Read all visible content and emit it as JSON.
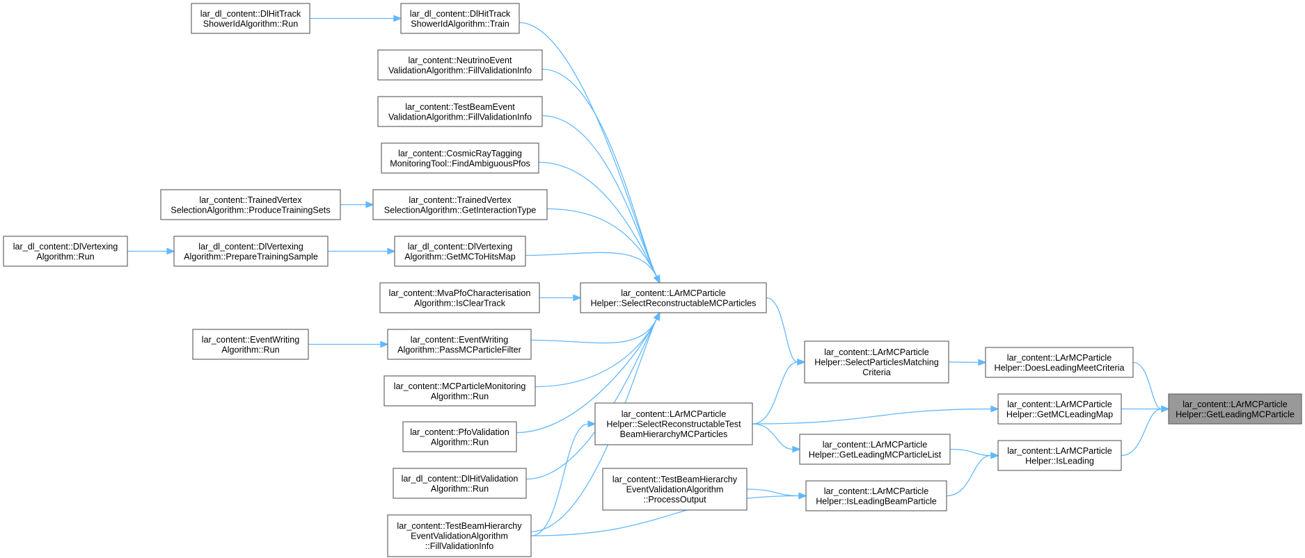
{
  "graph": {
    "nodes": [
      {
        "id": "n1",
        "lines": [
          "lar_dl_content::DlHitTrack",
          "ShowerIdAlgorithm::Run"
        ]
      },
      {
        "id": "n2",
        "lines": [
          "lar_dl_content::DlHitTrack",
          "ShowerIdAlgorithm::Train"
        ]
      },
      {
        "id": "n3",
        "lines": [
          "lar_content::NeutrinoEvent",
          "ValidationAlgorithm::FillValidationInfo"
        ]
      },
      {
        "id": "n4",
        "lines": [
          "lar_content::TestBeamEvent",
          "ValidationAlgorithm::FillValidationInfo"
        ]
      },
      {
        "id": "n5",
        "lines": [
          "lar_content::CosmicRayTagging",
          "MonitoringTool::FindAmbiguousPfos"
        ]
      },
      {
        "id": "n6",
        "lines": [
          "lar_content::TrainedVertex",
          "SelectionAlgorithm::ProduceTrainingSets"
        ]
      },
      {
        "id": "n7",
        "lines": [
          "lar_content::TrainedVertex",
          "SelectionAlgorithm::GetInteractionType"
        ]
      },
      {
        "id": "n8",
        "lines": [
          "lar_dl_content::DlVertexing",
          "Algorithm::Run"
        ]
      },
      {
        "id": "n9",
        "lines": [
          "lar_dl_content::DlVertexing",
          "Algorithm::PrepareTrainingSample"
        ]
      },
      {
        "id": "n10",
        "lines": [
          "lar_dl_content::DlVertexing",
          "Algorithm::GetMCToHitsMap"
        ]
      },
      {
        "id": "n11",
        "lines": [
          "lar_content::MvaPfoCharacterisation",
          "Algorithm::IsClearTrack"
        ]
      },
      {
        "id": "n12",
        "lines": [
          "lar_content::LArMCParticle",
          "Helper::SelectReconstructableMCParticles"
        ]
      },
      {
        "id": "n13",
        "lines": [
          "lar_content::EventWriting",
          "Algorithm::Run"
        ]
      },
      {
        "id": "n14",
        "lines": [
          "lar_content::EventWriting",
          "Algorithm::PassMCParticleFilter"
        ]
      },
      {
        "id": "n15",
        "lines": [
          "lar_content::MCParticleMonitoring",
          "Algorithm::Run"
        ]
      },
      {
        "id": "n16",
        "lines": [
          "lar_content::LArMCParticle",
          "Helper::SelectParticlesMatching",
          "Criteria"
        ]
      },
      {
        "id": "n17",
        "lines": [
          "lar_content::LArMCParticle",
          "Helper::DoesLeadingMeetCriteria"
        ]
      },
      {
        "id": "n18",
        "lines": [
          "lar_content::LArMCParticle",
          "Helper::GetLeadingMCParticle"
        ]
      },
      {
        "id": "n19",
        "lines": [
          "lar_content::LArMCParticle",
          "Helper::GetMCLeadingMap"
        ]
      },
      {
        "id": "n20",
        "lines": [
          "lar_content::LArMCParticle",
          "Helper::SelectReconstructableTest",
          "BeamHierarchyMCParticles"
        ]
      },
      {
        "id": "n21",
        "lines": [
          "lar_content::PfoValidation",
          "Algorithm::Run"
        ]
      },
      {
        "id": "n22",
        "lines": [
          "lar_content::LArMCParticle",
          "Helper::GetLeadingMCParticleList"
        ]
      },
      {
        "id": "n23",
        "lines": [
          "lar_content::LArMCParticle",
          "Helper::IsLeading"
        ]
      },
      {
        "id": "n24",
        "lines": [
          "lar_dl_content::DlHitValidation",
          "Algorithm::Run"
        ]
      },
      {
        "id": "n25",
        "lines": [
          "lar_content::TestBeamHierarchy",
          "EventValidationAlgorithm",
          "::ProcessOutput"
        ]
      },
      {
        "id": "n26",
        "lines": [
          "lar_content::LArMCParticle",
          "Helper::IsLeadingBeamParticle"
        ]
      },
      {
        "id": "n27",
        "lines": [
          "lar_content::TestBeamHierarchy",
          "EventValidationAlgorithm",
          "::FillValidationInfo"
        ]
      }
    ],
    "focus_node": "n18",
    "edges": [
      [
        "n1",
        "n2"
      ],
      [
        "n2",
        "n12"
      ],
      [
        "n3",
        "n12"
      ],
      [
        "n4",
        "n12"
      ],
      [
        "n5",
        "n12"
      ],
      [
        "n6",
        "n7"
      ],
      [
        "n7",
        "n12"
      ],
      [
        "n8",
        "n9"
      ],
      [
        "n9",
        "n10"
      ],
      [
        "n10",
        "n12"
      ],
      [
        "n11",
        "n12"
      ],
      [
        "n13",
        "n14"
      ],
      [
        "n14",
        "n12"
      ],
      [
        "n15",
        "n12"
      ],
      [
        "n21",
        "n12"
      ],
      [
        "n24",
        "n12"
      ],
      [
        "n27",
        "n12"
      ],
      [
        "n27",
        "n20"
      ],
      [
        "n27",
        "n26"
      ],
      [
        "n12",
        "n16"
      ],
      [
        "n20",
        "n16"
      ],
      [
        "n20",
        "n19"
      ],
      [
        "n20",
        "n22"
      ],
      [
        "n16",
        "n17"
      ],
      [
        "n17",
        "n18"
      ],
      [
        "n19",
        "n18"
      ],
      [
        "n23",
        "n18"
      ],
      [
        "n22",
        "n23"
      ],
      [
        "n26",
        "n23"
      ],
      [
        "n25",
        "n26"
      ]
    ],
    "colors": {
      "edge": "#63b8ff",
      "node_border": "#666666",
      "focus_fill": "#999999",
      "node_fill": "#ffffff"
    }
  }
}
